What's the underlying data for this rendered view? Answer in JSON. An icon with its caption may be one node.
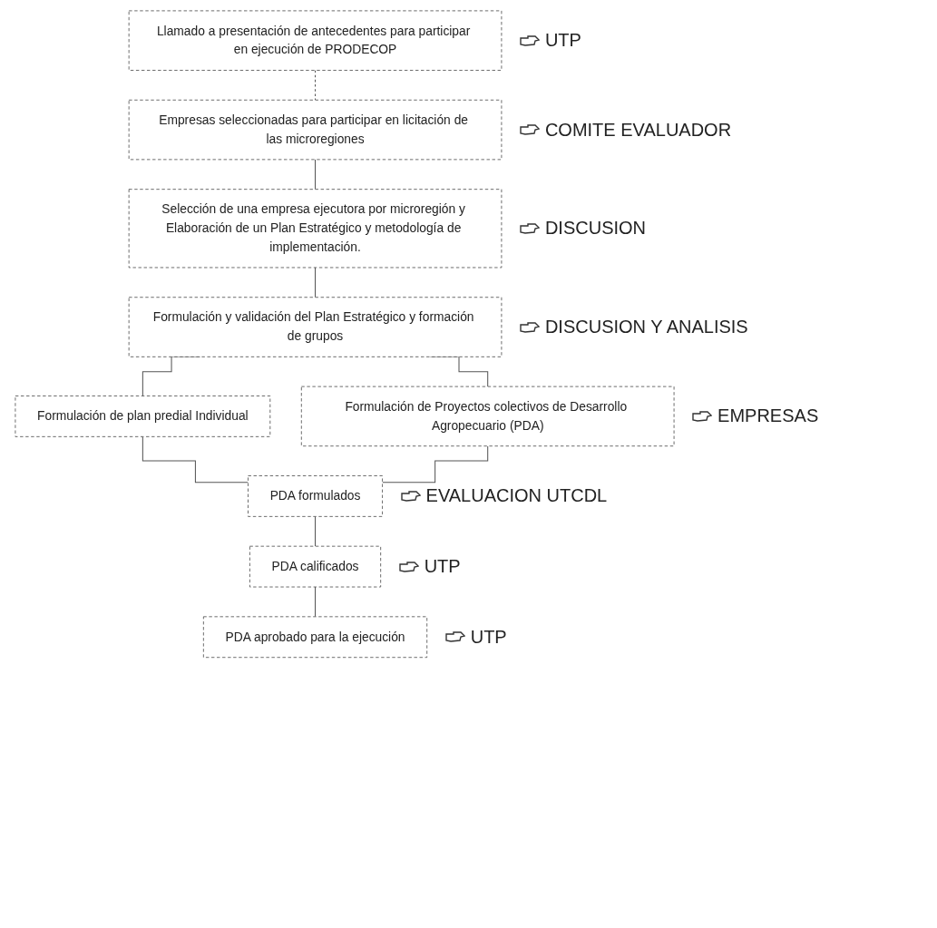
{
  "diagram": {
    "nodes": [
      {
        "text": [
          "Llamado a presentación de antecedentes para participar en ejecución de PRODECOP"
        ],
        "beside": [
          "UTP"
        ]
      },
      {
        "text": [
          "Empresas seleccionadas para participar en licitación de las microregiones"
        ],
        "beside": [
          "COMITE EVALUADOR"
        ]
      },
      {
        "text": [
          "Selección de una empresa ejecutora por microregión y Elaboración de un Plan Estratégico y metodología de implementación."
        ],
        "beside": [
          "DISCUSION"
        ]
      },
      {
        "text": [
          "Formulación y validación del Plan Estratégico y formación de grupos"
        ],
        "beside": [
          "DISCUSION Y ANALISIS"
        ]
      },
      {
        "text": [
          "Formulación de plan predial Individual"
        ]
      },
      {
        "text": [
          "Formulación de Proyectos colectivos de Desarrollo Agropecuario (PDA)"
        ],
        "beside": [
          "EMPRESAS"
        ]
      },
      {
        "text": [
          "PDA formulados"
        ],
        "beside": [
          "EVALUACION UTCDL"
        ]
      },
      {
        "text": [
          "PDA calificados"
        ],
        "beside": [
          "UTP"
        ]
      },
      {
        "text": [
          "PDA aprobado para la ejecución"
        ],
        "beside": [
          "UTP"
        ]
      }
    ],
    "edges": [
      {
        "from": 0,
        "to": 1,
        "arrow": "none",
        "style": "dashed"
      },
      {
        "from": 1,
        "to": 2,
        "arrow": "none"
      },
      {
        "from": 2,
        "to": 3,
        "arrow": "none"
      },
      {
        "from": 3,
        "to": 4,
        "arrow": "none"
      },
      {
        "from": 3,
        "to": 5,
        "arrow": "none"
      },
      {
        "from": 4,
        "to": 6,
        "arrow": "none"
      },
      {
        "from": 5,
        "to": 6,
        "arrow": "none"
      },
      {
        "from": 6,
        "to": 7,
        "arrow": "none"
      },
      {
        "from": 7,
        "to": 8,
        "arrow": "none"
      }
    ]
  }
}
